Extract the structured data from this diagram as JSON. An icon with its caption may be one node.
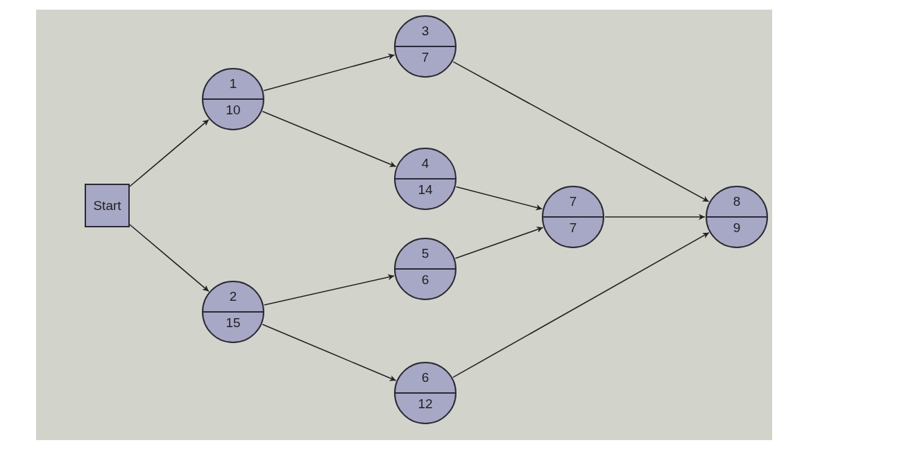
{
  "diagram": {
    "nodes": [
      {
        "text": [
          "Start"
        ]
      },
      {
        "text": [
          "1",
          "10"
        ]
      },
      {
        "text": [
          "2",
          "15"
        ]
      },
      {
        "text": [
          "3",
          "7"
        ]
      },
      {
        "text": [
          "4",
          "14"
        ]
      },
      {
        "text": [
          "5",
          "6"
        ]
      },
      {
        "text": [
          "6",
          "12"
        ]
      },
      {
        "text": [
          "7",
          "7"
        ]
      },
      {
        "text": [
          "8",
          "9"
        ]
      }
    ],
    "edges": [
      {
        "from": 0,
        "to": 1,
        "arrow": "to"
      },
      {
        "from": 0,
        "to": 2,
        "arrow": "to"
      },
      {
        "from": 1,
        "to": 3,
        "arrow": "to"
      },
      {
        "from": 1,
        "to": 4,
        "arrow": "to"
      },
      {
        "from": 2,
        "to": 5,
        "arrow": "to"
      },
      {
        "from": 2,
        "to": 6,
        "arrow": "to"
      },
      {
        "from": 3,
        "to": 8,
        "arrow": "to"
      },
      {
        "from": 4,
        "to": 7,
        "arrow": "to"
      },
      {
        "from": 5,
        "to": 7,
        "arrow": "to"
      },
      {
        "from": 7,
        "to": 8,
        "arrow": "to"
      },
      {
        "from": 6,
        "to": 8,
        "arrow": "to"
      }
    ]
  }
}
